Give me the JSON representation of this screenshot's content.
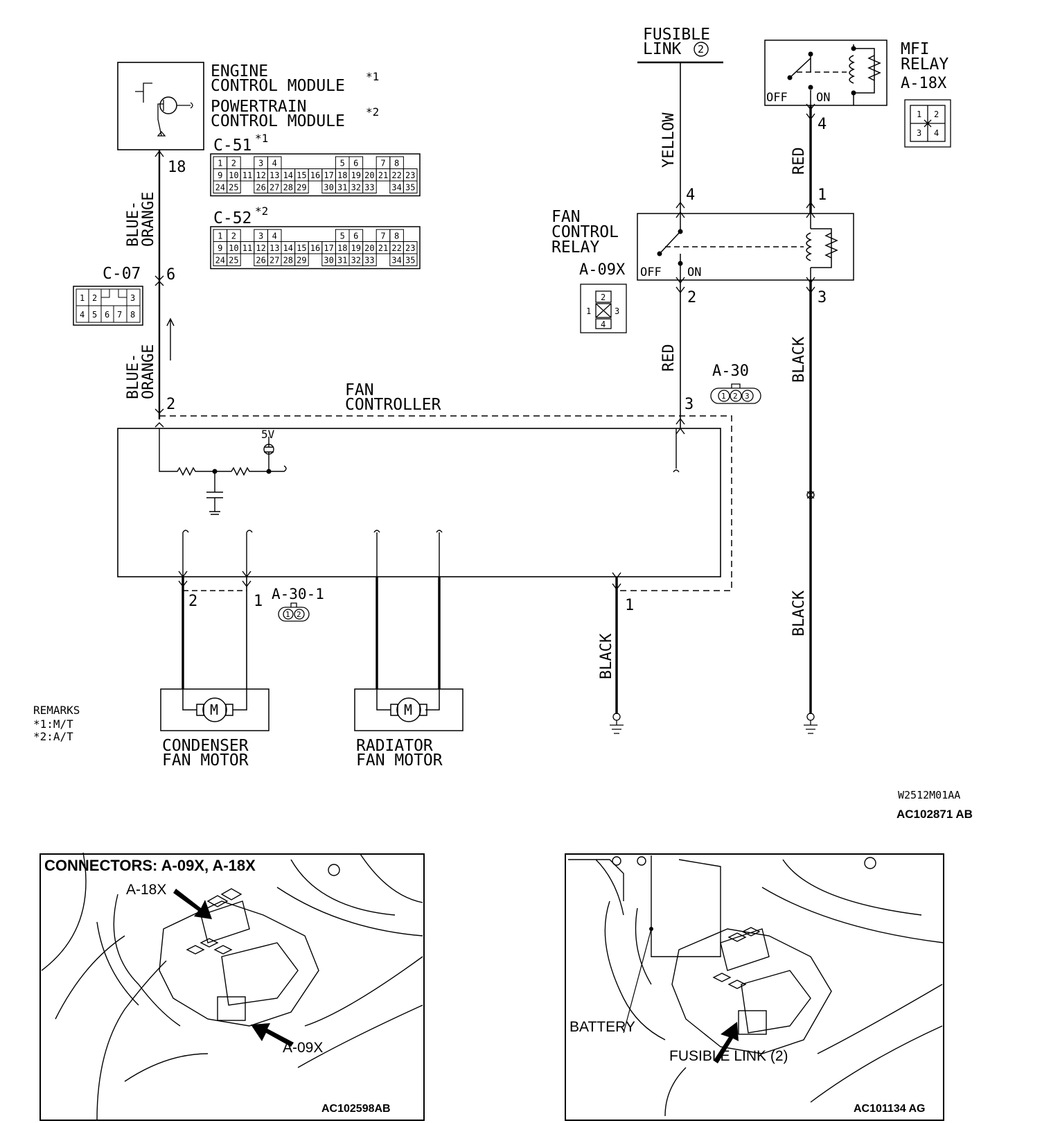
{
  "ecm": {
    "line1": "ENGINE",
    "line2": "CONTROL MODULE",
    "sup1": "*1",
    "line3": "POWERTRAIN",
    "line4": "CONTROL MODULE",
    "sup2": "*2",
    "pin": "18"
  },
  "c51": {
    "label": "C-51",
    "sup": "*1",
    "row1": [
      "1",
      "2",
      "",
      "3",
      "4",
      "",
      "",
      "",
      "",
      "5",
      "6",
      "",
      "7",
      "8"
    ],
    "row2": [
      "9",
      "10",
      "11",
      "12",
      "13",
      "14",
      "15",
      "16",
      "17",
      "18",
      "19",
      "20",
      "21",
      "22",
      "23"
    ],
    "row3": [
      "24",
      "25",
      "",
      "26",
      "27",
      "28",
      "29",
      "",
      "30",
      "31",
      "32",
      "33",
      "",
      "34",
      "35"
    ]
  },
  "c52": {
    "label": "C-52",
    "sup": "*2"
  },
  "c07": {
    "label": "C-07",
    "pin": "6",
    "row1": [
      "1",
      "2",
      "",
      "3"
    ],
    "row2": [
      "4",
      "5",
      "6",
      "7",
      "8"
    ]
  },
  "wires": {
    "blue_orange_1": "BLUE-",
    "blue_orange_2": "ORANGE",
    "yellow": "YELLOW",
    "red": "RED",
    "black": "BLACK"
  },
  "fan_controller": {
    "line1": "FAN",
    "line2": "CONTROLLER",
    "pin2": "2",
    "pin3": "3",
    "pin1": "1",
    "v5": "5V"
  },
  "fusible_link": {
    "line1": "FUSIBLE",
    "line2": "LINK",
    "num": "2",
    "pin4": "4"
  },
  "mfi_relay": {
    "line1": "MFI",
    "line2": "RELAY",
    "connector": "A-18X",
    "off": "OFF",
    "on": "ON",
    "pin4": "4",
    "pin1": "1",
    "pin3": "3",
    "pins": [
      "1",
      "2",
      "3",
      "4"
    ]
  },
  "fan_relay": {
    "line1": "FAN",
    "line2": "CONTROL",
    "line3": "RELAY",
    "connector": "A-09X",
    "off": "OFF",
    "on": "ON",
    "pin2": "2",
    "pins": [
      "2",
      "1",
      "3",
      "4"
    ]
  },
  "a30": {
    "label": "A-30",
    "pins": [
      "1",
      "2",
      "3"
    ]
  },
  "a301": {
    "label": "A-30-1",
    "pin2": "2",
    "pin1": "1",
    "pins": [
      "1",
      "2"
    ]
  },
  "motors": {
    "condenser_1": "CONDENSER",
    "condenser_2": "FAN MOTOR",
    "radiator_1": "RADIATOR",
    "radiator_2": "FAN MOTOR",
    "m": "M"
  },
  "remarks": {
    "title": "REMARKS",
    "r1": "*1:M/T",
    "r2": "*2:A/T"
  },
  "codes": {
    "drawing": "W2512M01AA",
    "figure": "AC102871 AB"
  },
  "photo_left": {
    "title": "CONNECTORS: A-09X, A-18X",
    "a18x": "A-18X",
    "a09x": "A-09X",
    "code": "AC102598AB"
  },
  "photo_right": {
    "battery": "BATTERY",
    "fusible": "FUSIBLE LINK (2)",
    "code": "AC101134 AG"
  }
}
